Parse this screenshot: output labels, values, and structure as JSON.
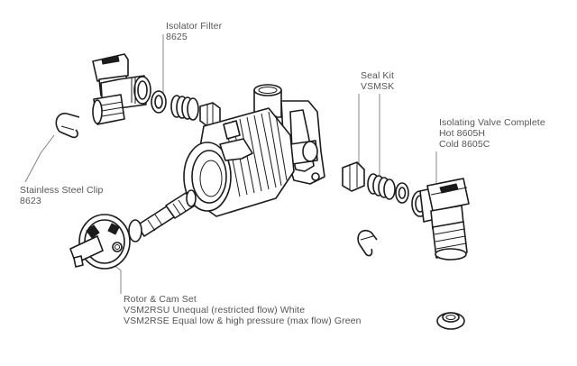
{
  "labels": {
    "isolator_filter": {
      "name": "Isolator Filter",
      "code": "8625"
    },
    "seal_kit": {
      "name": "Seal Kit",
      "code": "VSMSK"
    },
    "isolating_valve": {
      "name": "Isolating Valve Complete",
      "hot": "Hot 8605H",
      "cold": "Cold 8605C"
    },
    "steel_clip": {
      "name": "Stainless Steel Clip",
      "code": "8623"
    },
    "rotor_cam": {
      "name": "Rotor & Cam Set",
      "line1": "VSM2RSU Unequal (restricted flow) White",
      "line2": "VSM2RSE Equal low & high pressure (max flow) Green"
    }
  }
}
